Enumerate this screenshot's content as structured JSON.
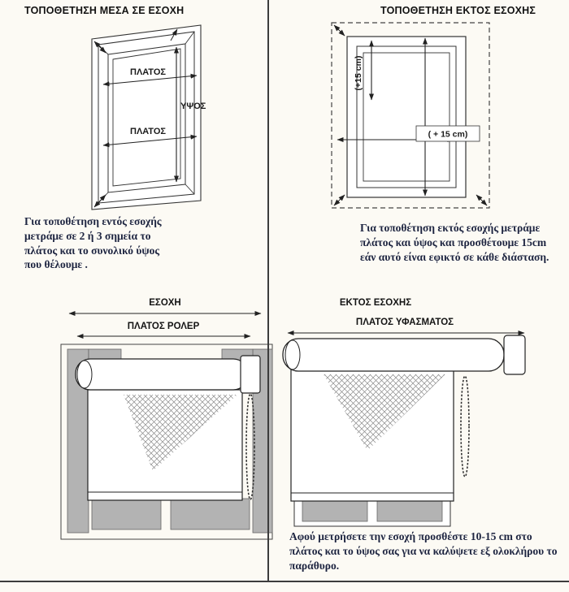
{
  "top_left": {
    "title": "ΤΟΠΟΘΕΤΗΣΗ ΜΕΣΑ ΣΕ ΕΣΟΧΗ",
    "label_width_top": "ΠΛΑΤΟΣ",
    "label_height": "ΥΨΟΣ",
    "label_width_bottom": "ΠΛΑΤΟΣ",
    "caption": "Για τοποθέτηση εντός εσοχής μετράμε σε 2 ή 3 σημεία το πλάτος και το συνολικό ύψος που θέλουμε ."
  },
  "top_right": {
    "title": "ΤΟΠΟΘΕΤΗΣΗ ΕΚΤΟΣ ΕΣΟΧΗΣ",
    "label_height_add": "(+15 cm)",
    "label_width_add": "( + 15 cm)",
    "caption": "Για τοποθέτηση εκτός εσοχής μετράμε πλάτος και ύψος και προσθέτουμε 15cm εάν αυτό είναι εφικτό σε κάθε διάσταση."
  },
  "bottom_left": {
    "label_recess": "ΕΣΟΧΗ",
    "label_roller_width": "ΠΛΑΤΟΣ ΡΟΛΕΡ"
  },
  "bottom_right": {
    "label_outside": "ΕΚΤΟΣ ΕΣΟΧΗΣ",
    "label_fabric_width": "ΠΛΑΤΟΣ ΥΦΑΣΜΑΤΟΣ",
    "caption": "Αφού μετρήσετε την εσοχή προσθέστε 10-15 cm στο πλάτος και το ύψος σας για να καλύψετε εξ ολοκλήρου το παράθυρο."
  },
  "colors": {
    "caption_text": "#1d2440",
    "title_text": "#121212",
    "frame_gray": "#b3b3b3",
    "divider": "#3c3c3c",
    "background": "#fcfaf4"
  }
}
